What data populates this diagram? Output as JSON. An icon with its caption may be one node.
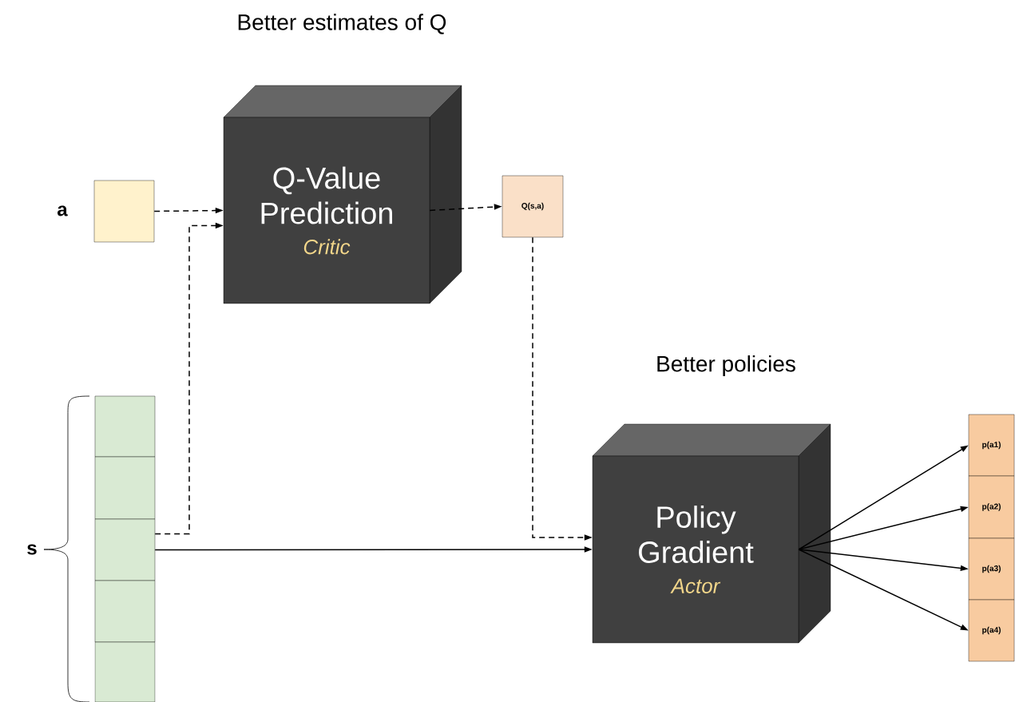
{
  "diagram": {
    "nodes": [
      {
        "text": [],
        "shape": "box",
        "beside": [
          "a"
        ]
      },
      {
        "text": [
          "Q-Value Prediction",
          "Critic"
        ]
      },
      {
        "text": [
          "Q(s,a)"
        ]
      },
      {
        "text": [],
        "shape": "box"
      },
      {
        "text": [],
        "shape": "box"
      },
      {
        "text": [],
        "shape": "box"
      },
      {
        "text": [],
        "shape": "box"
      },
      {
        "text": [],
        "shape": "box"
      },
      {
        "text": [
          "Policy Gradient",
          "Actor"
        ]
      },
      {
        "text": [
          "p(a1)"
        ]
      },
      {
        "text": [
          "p(a2)"
        ]
      },
      {
        "text": [
          "p(a3)"
        ]
      },
      {
        "text": [
          "p(a4)"
        ]
      }
    ],
    "edges": [
      {
        "from": 0,
        "to": 1,
        "arrow": "to",
        "style": "dashed"
      },
      {
        "from": 5,
        "to": 1,
        "arrow": "to",
        "style": "dashed"
      },
      {
        "from": 1,
        "to": 2,
        "arrow": "to",
        "style": "dashed"
      },
      {
        "from": 2,
        "to": 8,
        "arrow": "to",
        "style": "dashed"
      },
      {
        "from": 5,
        "to": 8,
        "arrow": "to"
      },
      {
        "from": 8,
        "to": 9,
        "arrow": "to"
      },
      {
        "from": 8,
        "to": 10,
        "arrow": "to"
      },
      {
        "from": 8,
        "to": 11,
        "arrow": "to"
      },
      {
        "from": 8,
        "to": 12,
        "arrow": "to"
      }
    ],
    "labels": [
      "Better estimates of Q",
      "Better policies",
      "s"
    ]
  }
}
